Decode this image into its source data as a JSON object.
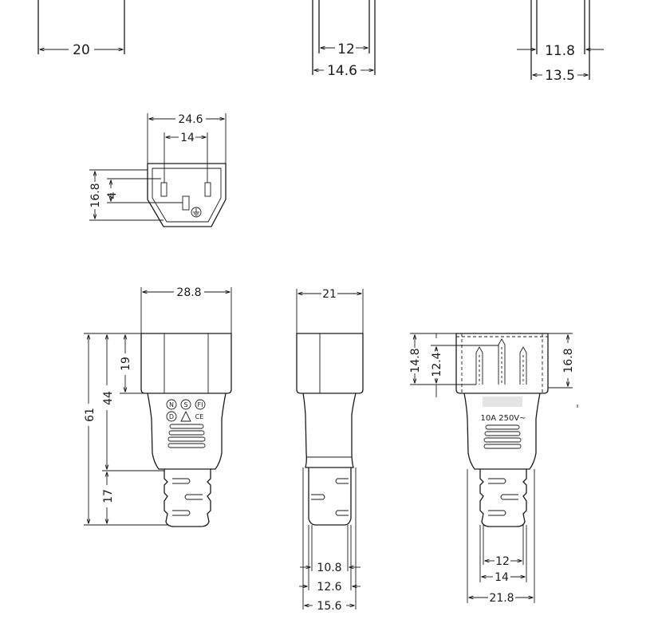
{
  "dimensions": {
    "top_left_width": "20",
    "top_mid_inner": "12",
    "top_mid_outer": "14.6",
    "top_right_inner": "11.8",
    "top_right_outer": "13.5",
    "socket_width": "24.6",
    "socket_pin_spacing": "14",
    "socket_height": "16.8",
    "socket_offset": "4",
    "front_width": "28.8",
    "front_height_total": "61",
    "front_height_body": "44",
    "front_head": "19",
    "front_tail": "17",
    "side_width": "21",
    "side_tail_inner": "10.8",
    "side_tail_mid": "12.6",
    "side_tail_outer": "15.6",
    "plug_height_outer": "14.8",
    "plug_height_inner": "12.4",
    "plug_height_right": "16.8",
    "plug_tail_inner": "12",
    "plug_tail_mid": "14",
    "plug_tail_outer": "21.8"
  },
  "markings": {
    "cert_n": "N",
    "cert_s": "S",
    "cert_fi": "FI",
    "cert_d": "D",
    "cert_ce": "CE",
    "rating": "10A  250V~"
  },
  "colors": {
    "line": "#1a1a1a",
    "background": "#ffffff"
  }
}
